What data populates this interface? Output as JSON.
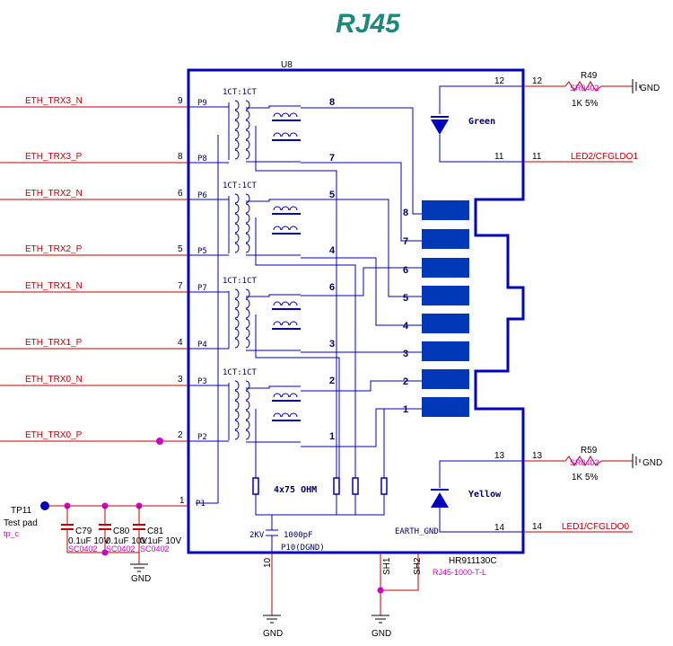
{
  "title": "RJ45",
  "ref": "U8",
  "part_number": "HR911130C",
  "part_alt": "RJ45-1000-T-L",
  "nets_left": [
    {
      "name": "ETH_TRX3_N",
      "pin": "9",
      "pad": "P9"
    },
    {
      "name": "ETH_TRX3_P",
      "pin": "8",
      "pad": "P8"
    },
    {
      "name": "ETH_TRX2_N",
      "pin": "6",
      "pad": "P6"
    },
    {
      "name": "ETH_TRX2_P",
      "pin": "5",
      "pad": "P5"
    },
    {
      "name": "ETH_TRX1_N",
      "pin": "7",
      "pad": "P7"
    },
    {
      "name": "ETH_TRX1_P",
      "pin": "4",
      "pad": "P4"
    },
    {
      "name": "ETH_TRX0_N",
      "pin": "3",
      "pad": "P3"
    },
    {
      "name": "ETH_TRX0_P",
      "pin": "2",
      "pad": "P2"
    }
  ],
  "p1": {
    "pin": "1",
    "pad": "P1"
  },
  "ratio": "1CT:1CT",
  "winding_numbers": [
    "8",
    "7",
    "5",
    "4",
    "6",
    "3",
    "2",
    "1"
  ],
  "contacts": [
    "8",
    "7",
    "6",
    "5",
    "4",
    "3",
    "2",
    "1"
  ],
  "termination": "4x75 OHM",
  "cap_internal": {
    "value": "1000pF",
    "rating": "2KV"
  },
  "p10": {
    "pin": "10",
    "label": "P10(DGND)"
  },
  "green_led": {
    "label": "Green",
    "pin_a": "12",
    "pin_b": "11",
    "pin_a_out": "12",
    "pin_b_out": "11"
  },
  "yellow_led": {
    "label": "Yellow",
    "pin_a": "13",
    "pin_b": "14",
    "pin_a_out": "13",
    "pin_b_out": "14",
    "earth": "EARTH_GND"
  },
  "r49": {
    "ref": "R49",
    "pkg": "SR0402",
    "value": "1K 5%"
  },
  "r59": {
    "ref": "R59",
    "pkg": "SR0402",
    "value": "1K 5%"
  },
  "led_nets": {
    "led2": "LED2/CFGLDO1",
    "led1": "LED1/CFGLDO0"
  },
  "gnd": "GND",
  "tp": {
    "ref": "TP11",
    "desc": "Test pad",
    "pkg": "tp_c"
  },
  "caps": [
    {
      "ref": "C79",
      "value": "0.1uF 10V",
      "pkg": "SC0402"
    },
    {
      "ref": "C80",
      "value": "0.1uF 10V",
      "pkg": "SC0402"
    },
    {
      "ref": "C81",
      "value": "0.1uF 10V",
      "pkg": "SC0402"
    }
  ],
  "shields": [
    "SH1",
    "SH2"
  ],
  "colors": {
    "wire_red": "#c00000",
    "wire_blue": "#0000c0",
    "label_magenta": "#cc00cc",
    "title": "#1a8a7a",
    "contact": "#0038b8"
  }
}
